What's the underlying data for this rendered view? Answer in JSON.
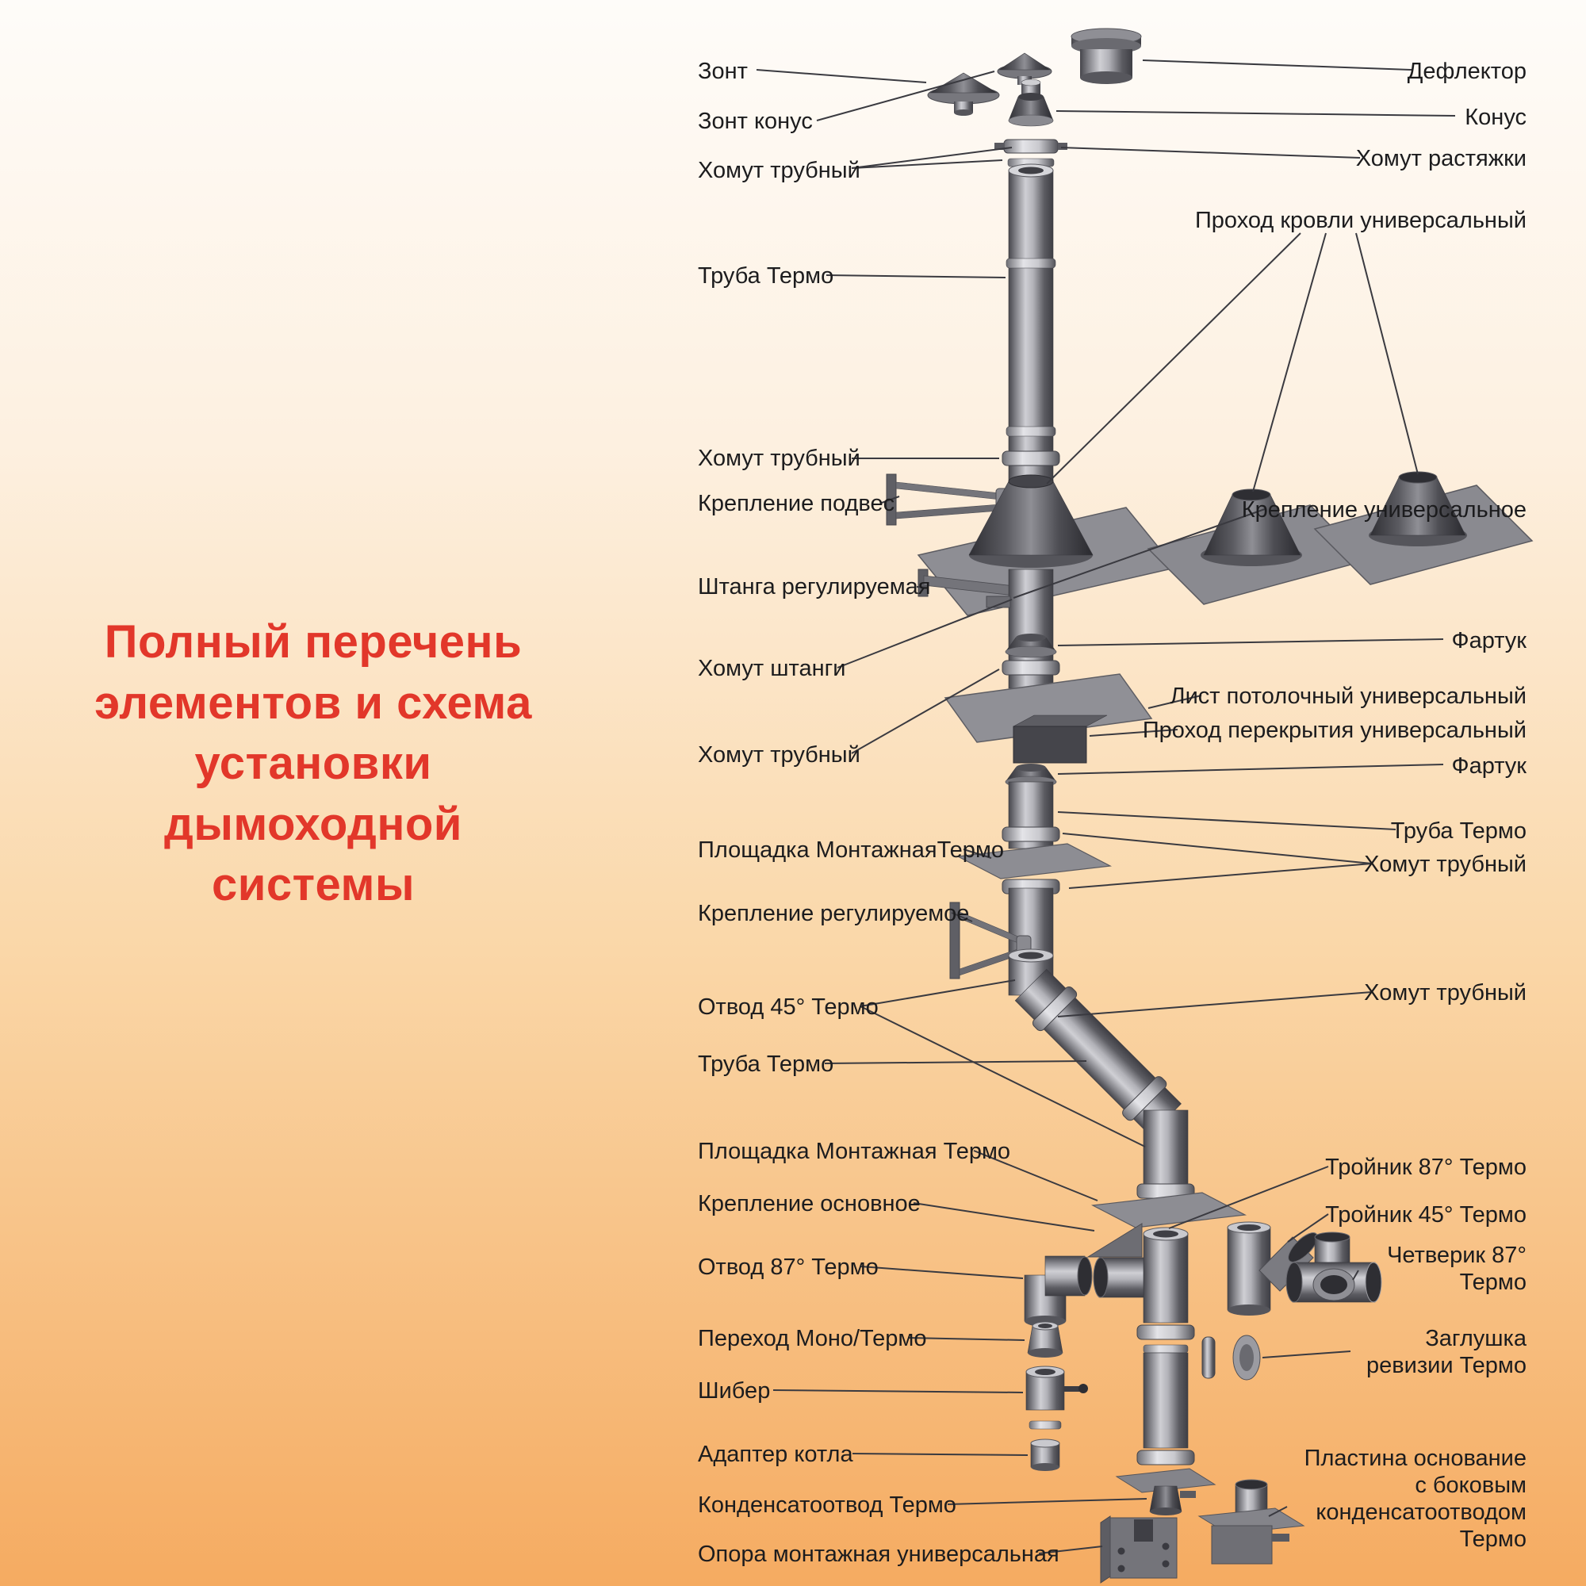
{
  "title": {
    "text": "Полный перечень элементов и схема установки дымоходной системы"
  },
  "labels": {
    "left": [
      {
        "text": "Зонт"
      },
      {
        "text": "Зонт конус"
      },
      {
        "text": "Хомут трубный"
      },
      {
        "text": "Труба Термо"
      },
      {
        "text": "Хомут трубный"
      },
      {
        "text": "Крепление подвес"
      },
      {
        "text": "Штанга регулируемая"
      },
      {
        "text": "Хомут штанги"
      },
      {
        "text": "Хомут трубный"
      },
      {
        "text": "Площадка МонтажнаяТермо"
      },
      {
        "text": "Крепление регулируемое"
      },
      {
        "text": "Отвод 45° Термо"
      },
      {
        "text": "Труба Термо"
      },
      {
        "text": "Площадка Монтажная Термо"
      },
      {
        "text": "Крепление основное"
      },
      {
        "text": "Отвод 87° Термо"
      },
      {
        "text": "Переход Моно/Термо"
      },
      {
        "text": "Шибер"
      },
      {
        "text": "Адаптер котла"
      },
      {
        "text": "Конденсатоотвод Термо"
      },
      {
        "text": "Опора монтажная универсальная"
      }
    ],
    "right": [
      {
        "text": "Дефлектор"
      },
      {
        "text": "Конус"
      },
      {
        "text": "Хомут растяжки"
      },
      {
        "text": "Проход кровли универсальный"
      },
      {
        "text": "Крепление универсальное"
      },
      {
        "text": "Фартук"
      },
      {
        "text": "Лист потолочный универсальный"
      },
      {
        "text": "Проход перекрытия универсальный"
      },
      {
        "text": "Фартук"
      },
      {
        "text": "Труба Термо"
      },
      {
        "text": "Хомут трубный"
      },
      {
        "text": "Хомут трубный"
      },
      {
        "text": "Тройник 87° Термо"
      },
      {
        "text": "Тройник 45° Термо"
      },
      {
        "text": "Четверик 87° Термо"
      },
      {
        "text": "Заглушка ревизии Термо"
      },
      {
        "text": "Пластина основание с боковым конденсатоотводом Термо"
      }
    ]
  },
  "colors": {
    "background_top": "#fefcf9",
    "background_bottom": "#f5ab61",
    "title": "#e2372a",
    "label_text": "#1c1c1e",
    "leader_line": "#3a3a40",
    "metal_light": "#cfcfd4",
    "metal_dark": "#3e3e44",
    "plate_gray": "#8e8e94"
  }
}
